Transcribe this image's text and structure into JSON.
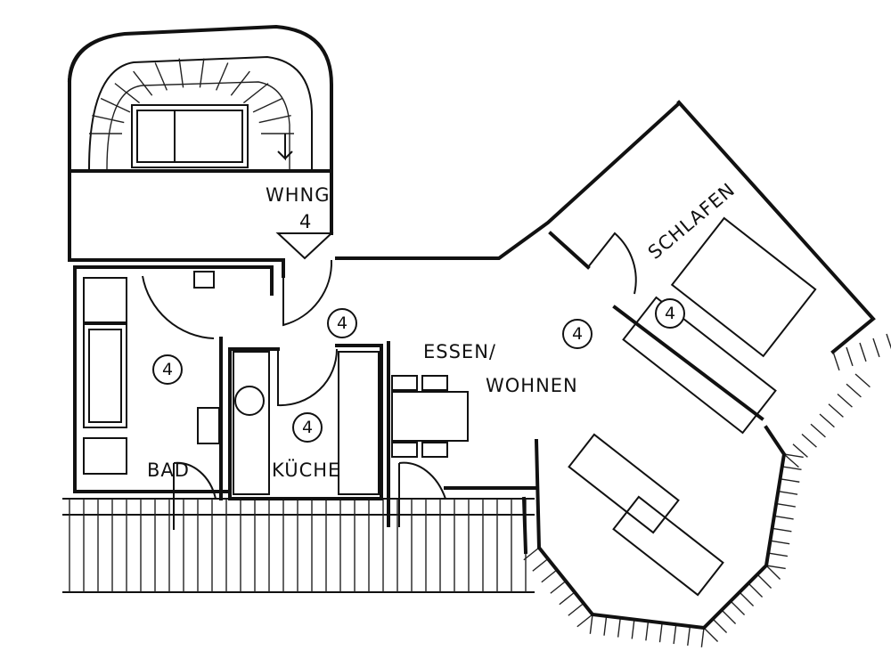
{
  "rooms": {
    "whng_label": "WHNG",
    "whng_number": "4",
    "bad_label": "BAD",
    "kueche_label": "KÜCHE",
    "essen_label": "ESSEN/",
    "wohnen_label": "WOHNEN",
    "schlafen_label": "SCHLAFEN"
  },
  "markers": {
    "hall": "4",
    "bad": "4",
    "kueche": "4",
    "wohnen": "4",
    "schlafen": "4"
  },
  "colors": {
    "ink": "#111111",
    "paper": "#ffffff"
  }
}
